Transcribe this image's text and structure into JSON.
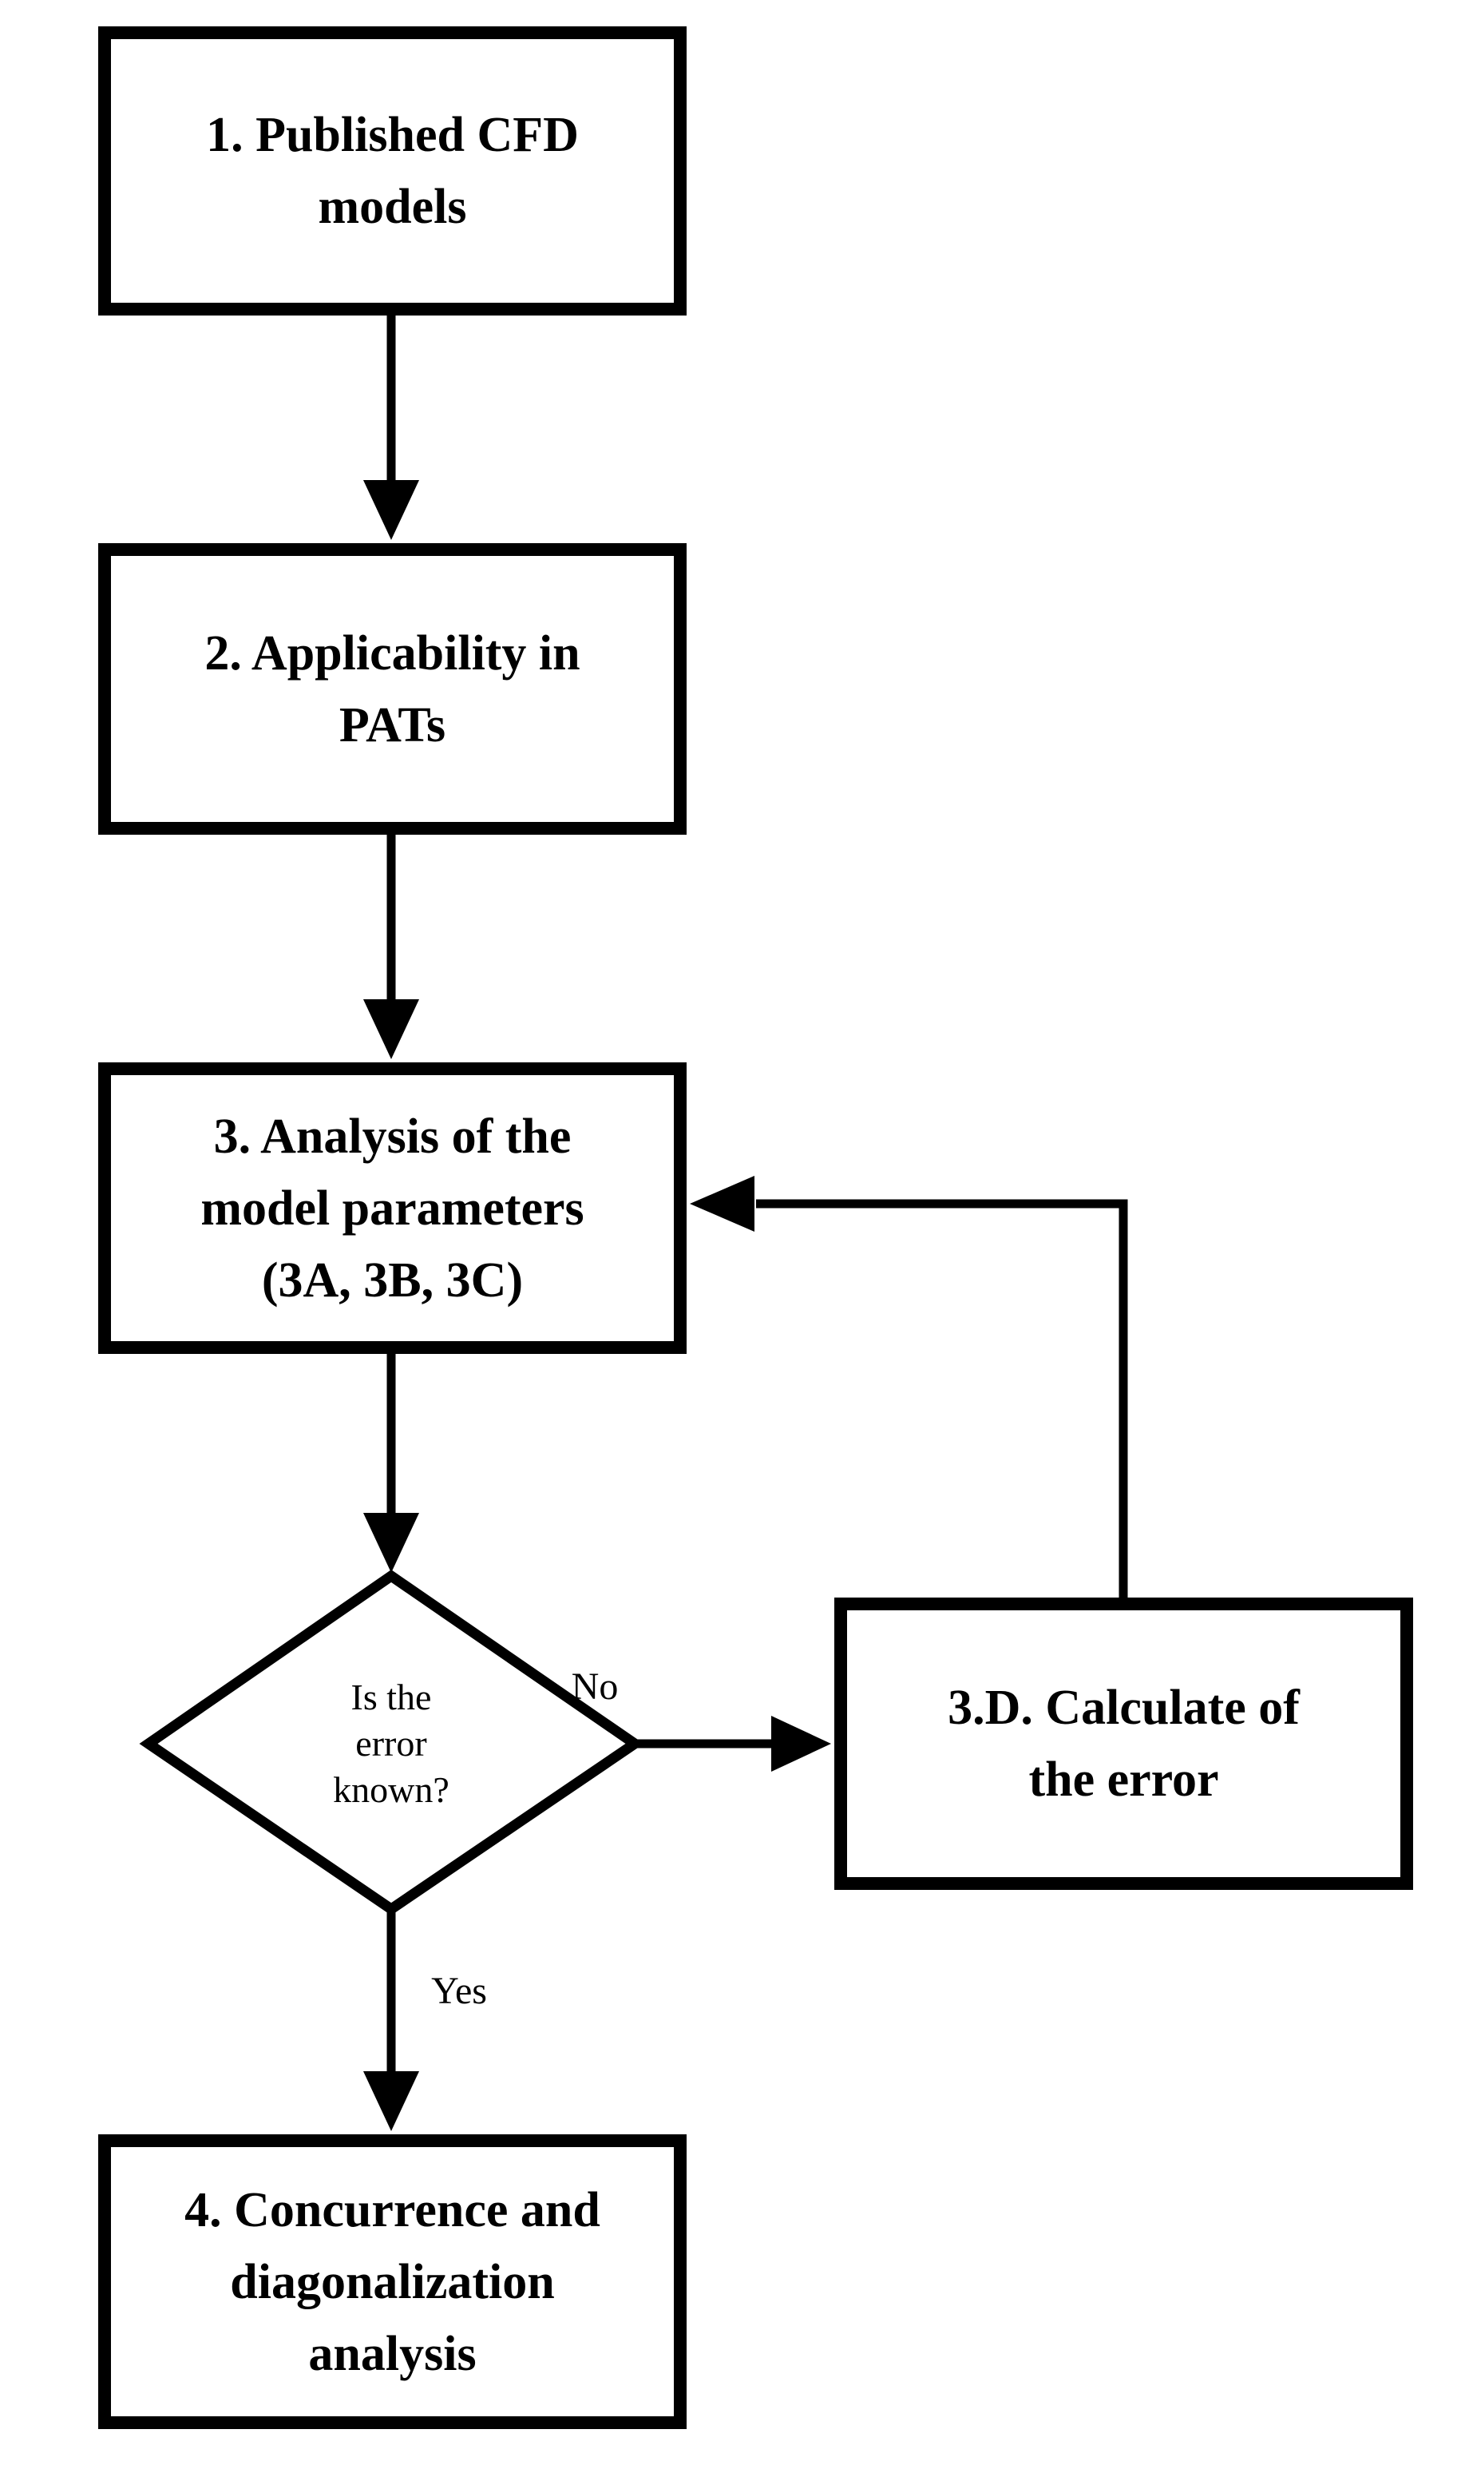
{
  "diagram": {
    "type": "flowchart",
    "background_color": "#ffffff",
    "stroke_color": "#000000",
    "boxes": [
      {
        "id": "1",
        "shape": "rectangle",
        "label": "1. Published CFD\nmodels"
      },
      {
        "id": "2",
        "shape": "rectangle",
        "label": "2. Applicability in\nPATs"
      },
      {
        "id": "3",
        "shape": "rectangle",
        "label": "3. Analysis of the\nmodel parameters\n(3A, 3B, 3C)"
      },
      {
        "id": "3D",
        "shape": "rectangle",
        "label": "3.D. Calculate of\nthe error"
      },
      {
        "id": "4",
        "shape": "rectangle",
        "label": "4. Concurrence and\ndiagonalization\nanalysis"
      }
    ],
    "decision": {
      "shape": "diamond",
      "label": "Is the\nerror\nknown?"
    },
    "edges": [
      {
        "from": "1",
        "to": "2",
        "label": ""
      },
      {
        "from": "2",
        "to": "3",
        "label": ""
      },
      {
        "from": "3",
        "to": "decision",
        "label": ""
      },
      {
        "from": "decision",
        "to": "3D",
        "label": "No"
      },
      {
        "from": "3D",
        "to": "3",
        "label": ""
      },
      {
        "from": "decision",
        "to": "4",
        "label": "Yes"
      }
    ]
  }
}
